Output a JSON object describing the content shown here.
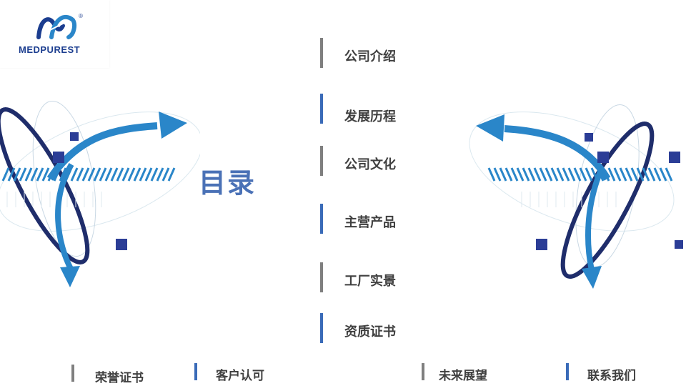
{
  "logo": {
    "brand": "MEDPUREST",
    "registered": "®"
  },
  "toc_title": "目录",
  "menu": [
    {
      "label": "公司介绍"
    },
    {
      "label": "发展历程"
    },
    {
      "label": "公司文化"
    },
    {
      "label": "主营产品"
    },
    {
      "label": "工厂实景"
    },
    {
      "label": "资质证书"
    }
  ],
  "bottom_menu": [
    {
      "label": "荣誉证书"
    },
    {
      "label": "客户认可"
    },
    {
      "label": "未来展望"
    },
    {
      "label": "联系我们"
    }
  ],
  "colors": {
    "accent": "#3a6bb8",
    "title": "#4a71b6",
    "navy": "#1f2d6b",
    "square": "#2b3d96"
  }
}
